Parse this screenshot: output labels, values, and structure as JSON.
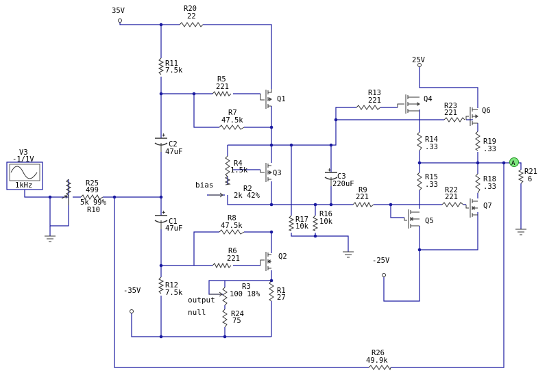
{
  "rails": {
    "pos35": "35V",
    "neg35": "-35V",
    "pos25": "25V",
    "neg25": "-25V"
  },
  "source": {
    "name": "V3",
    "amplitude": "-1/1V",
    "freq": "1kHz"
  },
  "probe": {
    "label": "A"
  },
  "annotations": {
    "bias": "bias",
    "output": "output",
    "null": "null"
  },
  "components": {
    "R20": {
      "name": "R20",
      "value": "22"
    },
    "R11": {
      "name": "R11",
      "value": "7.5k"
    },
    "R5": {
      "name": "R5",
      "value": "221"
    },
    "R7": {
      "name": "R7",
      "value": "47.5k"
    },
    "Q1": {
      "name": "Q1"
    },
    "C2": {
      "name": "C2",
      "value": "47uF"
    },
    "R4": {
      "name": "R4",
      "value": "1.5k"
    },
    "Q3": {
      "name": "Q3"
    },
    "R2": {
      "name": "R2",
      "value": "2k 42%"
    },
    "R25": {
      "name": "R25",
      "value": "499"
    },
    "R10": {
      "name": "R10",
      "value": "5k 99%"
    },
    "C1": {
      "name": "C1",
      "value": "47uF"
    },
    "R8": {
      "name": "R8",
      "value": "47.5k"
    },
    "R6": {
      "name": "R6",
      "value": "221"
    },
    "Q2": {
      "name": "Q2"
    },
    "R12": {
      "name": "R12",
      "value": "7.5k"
    },
    "R3": {
      "name": "R3",
      "value": "100 18%"
    },
    "R1": {
      "name": "R1",
      "value": "27"
    },
    "R24": {
      "name": "R24",
      "value": "75"
    },
    "R17": {
      "name": "R17",
      "value": "10k"
    },
    "R16": {
      "name": "R16",
      "value": "10k"
    },
    "C3": {
      "name": "C3",
      "value": "220uF"
    },
    "R9": {
      "name": "R9",
      "value": "221"
    },
    "R13": {
      "name": "R13",
      "value": "221"
    },
    "Q4": {
      "name": "Q4"
    },
    "R23": {
      "name": "R23",
      "value": "221"
    },
    "Q6": {
      "name": "Q6"
    },
    "R14": {
      "name": "R14",
      "value": ".33"
    },
    "R19": {
      "name": "R19",
      "value": ".33"
    },
    "R15": {
      "name": "R15",
      "value": ".33"
    },
    "R18": {
      "name": "R18",
      "value": ".33"
    },
    "R22": {
      "name": "R22",
      "value": "221"
    },
    "Q5": {
      "name": "Q5"
    },
    "Q7": {
      "name": "Q7"
    },
    "R21": {
      "name": "R21",
      "value": "6"
    },
    "R26": {
      "name": "R26",
      "value": "49.9k"
    }
  }
}
